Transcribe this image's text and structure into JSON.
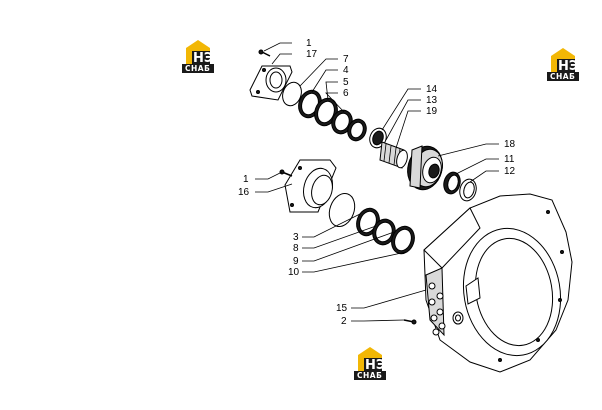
{
  "watermark": {
    "initials": "HЭ",
    "word": "СНАБ",
    "colors": {
      "roof": "#f2b705",
      "box": "#1a1a1a",
      "text": "#ffffff"
    }
  },
  "callouts": [
    {
      "id": "c1a",
      "text": "1"
    },
    {
      "id": "c17",
      "text": "17"
    },
    {
      "id": "c7",
      "text": "7"
    },
    {
      "id": "c4",
      "text": "4"
    },
    {
      "id": "c5",
      "text": "5"
    },
    {
      "id": "c6",
      "text": "6"
    },
    {
      "id": "c14",
      "text": "14"
    },
    {
      "id": "c13",
      "text": "13"
    },
    {
      "id": "c19",
      "text": "19"
    },
    {
      "id": "c18",
      "text": "18"
    },
    {
      "id": "c11",
      "text": "11"
    },
    {
      "id": "c12",
      "text": "12"
    },
    {
      "id": "c1b",
      "text": "1"
    },
    {
      "id": "c16",
      "text": "16"
    },
    {
      "id": "c3",
      "text": "3"
    },
    {
      "id": "c8",
      "text": "8"
    },
    {
      "id": "c9",
      "text": "9"
    },
    {
      "id": "c10",
      "text": "10"
    },
    {
      "id": "c15",
      "text": "15"
    },
    {
      "id": "c2",
      "text": "2"
    }
  ]
}
